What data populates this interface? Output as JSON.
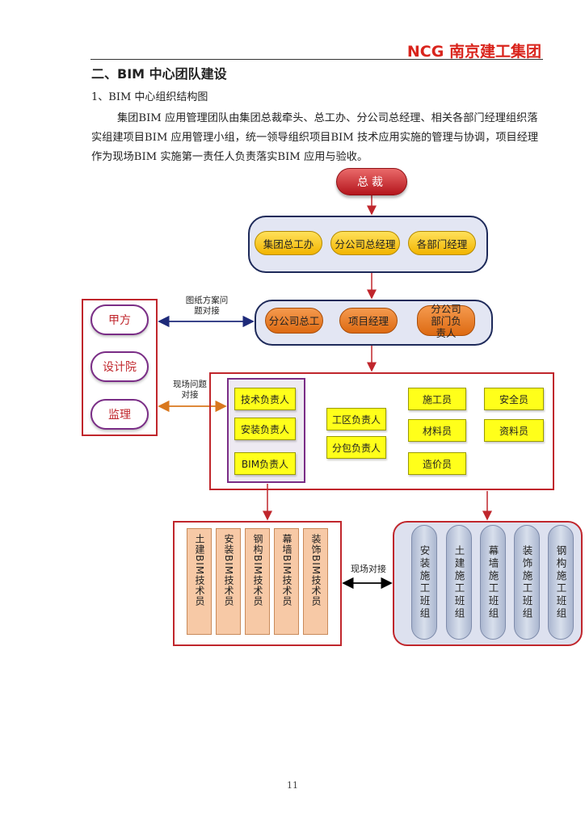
{
  "header": {
    "brand_code": "NCG",
    "brand_name": "南京建工集团"
  },
  "section_title": "二、BIM 中心团队建设",
  "subsection_title": "1、BIM 中心组织结构图",
  "paragraph": "集团BIM 应用管理团队由集团总裁牵头、总工办、分公司总经理、相关各部门经理组织落实组建项目BIM 应用管理小组，统一领导组织项目BIM 技术应用实施的管理与协调，项目经理作为现场BIM 实施第一责任人负责落实BIM 应用与验收。",
  "org_chart": {
    "top": "总裁",
    "level1": [
      "集团总工办",
      "分公司总经理",
      "各部门经理"
    ],
    "level2": [
      "分公司总工",
      "项目经理",
      "分公司部门负责人"
    ],
    "external": [
      "甲方",
      "设计院",
      "监理"
    ],
    "link_external_level2": "图纸方案问题对接",
    "link_external_site": "现场问题对接",
    "tech_group": [
      "技术负责人",
      "安装负责人",
      "BIM负责人"
    ],
    "middle_group": [
      "工区负责人",
      "分包负责人"
    ],
    "staff_col1": [
      "施工员",
      "材料员",
      "造价员"
    ],
    "staff_col2": [
      "安全员",
      "资料员"
    ],
    "bim_techs": [
      "土建BIM技术员",
      "安装BIM技术员",
      "钢构BIM技术员",
      "幕墙BIM技术员",
      "装饰BIM技术员"
    ],
    "link_site": "现场对接",
    "construction_teams": [
      "安装施工班组",
      "土建施工班组",
      "幕墙施工班组",
      "装饰施工班组",
      "钢构施工班组"
    ]
  },
  "page_number": "11"
}
